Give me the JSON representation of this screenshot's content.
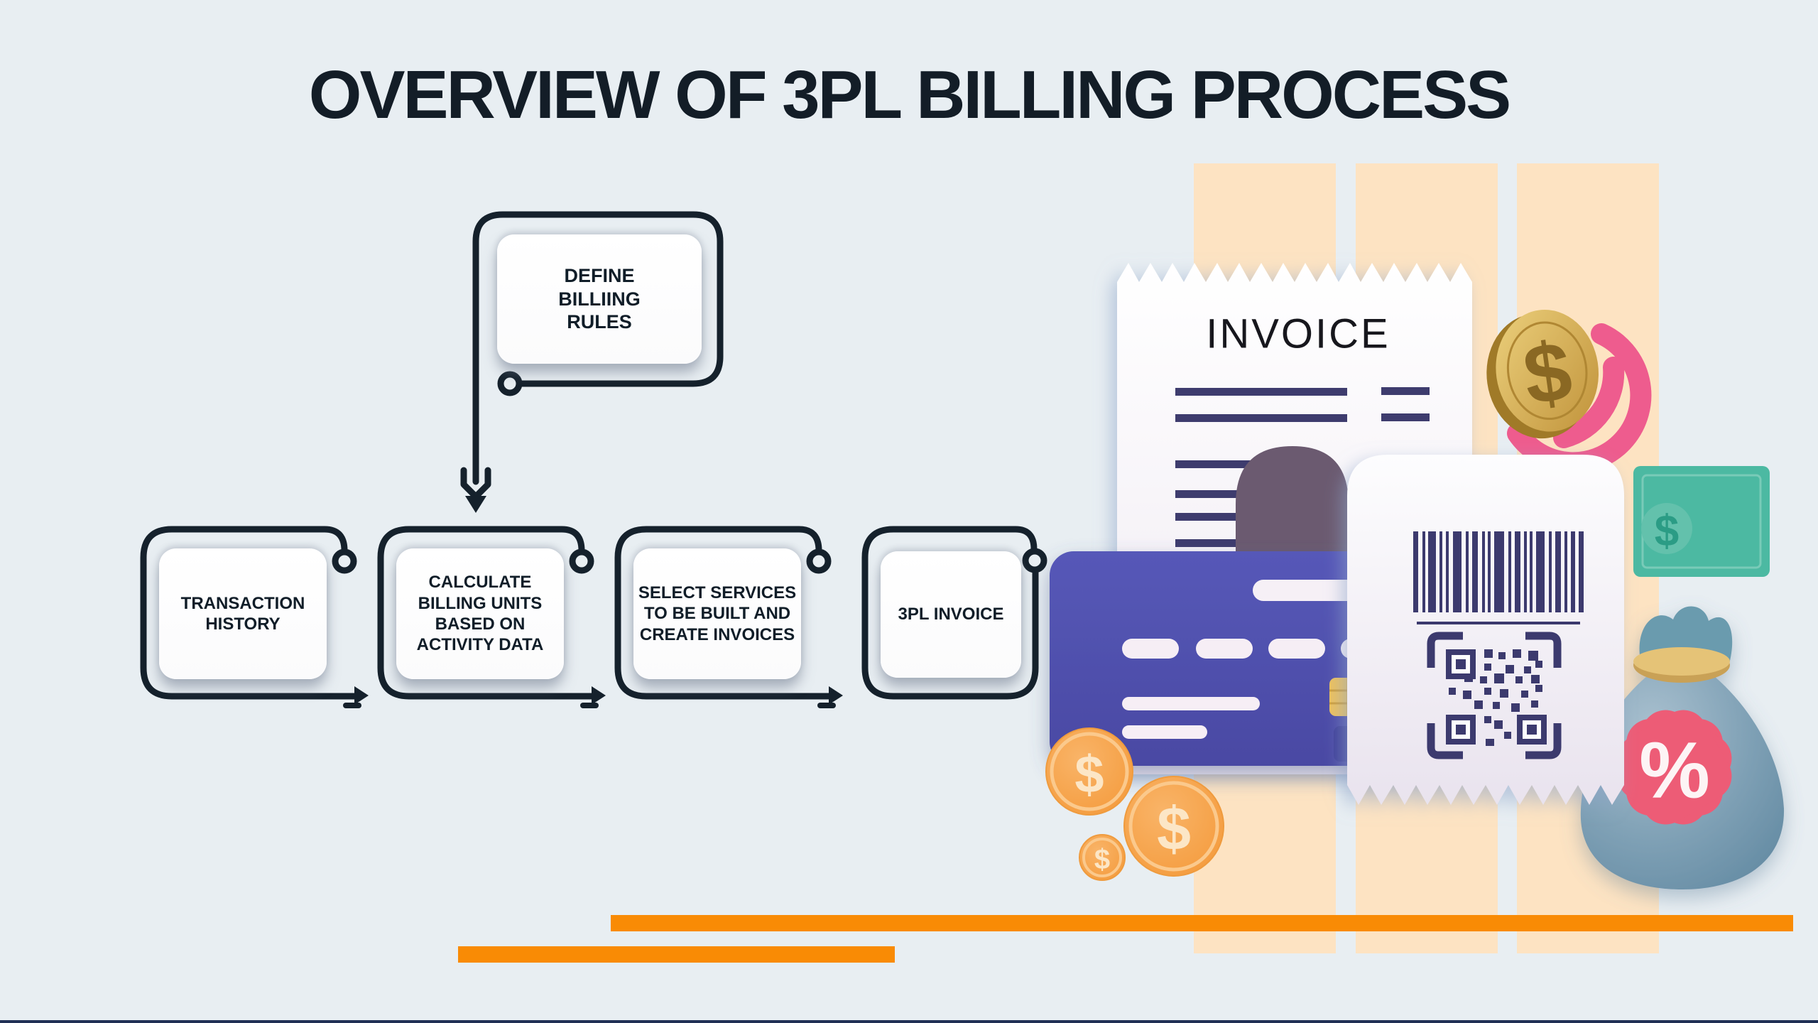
{
  "title": "OVERVIEW OF 3PL BILLING PROCESS",
  "flow": {
    "define_step": {
      "label": "DEFINE\nBILLIING\nRULES"
    },
    "steps": [
      {
        "label": "TRANSACTION\nHISTORY"
      },
      {
        "label": "CALCULATE\nBILLING UNITS\nBASED ON\nACTIVITY DATA"
      },
      {
        "label": "SELECT SERVICES\nTO BE BUILT AND\nCREATE INVOICES"
      },
      {
        "label": "3PL INVOICE"
      }
    ]
  },
  "illustration": {
    "invoice_title": "INVOICE",
    "dollar_symbol": "$",
    "percent_symbol": "%"
  },
  "colors": {
    "background": "#E8EEF2",
    "flow_outline": "#15212C",
    "title_text": "#131D27",
    "peach_stripe": "#FDE3C2",
    "orange_bar": "#F98B05",
    "card_indigo": "#5051AE",
    "pink_arc": "#EE5C8E",
    "teal_bill": "#4CB9A2",
    "coin_orange": "#F6A14B",
    "gold_coin": "#C79B38",
    "navy_ink": "#3C3A6E",
    "bag_blue": "#7FA3B8",
    "badge_pink": "#ED5B76",
    "bottom_strip": "#203055"
  }
}
